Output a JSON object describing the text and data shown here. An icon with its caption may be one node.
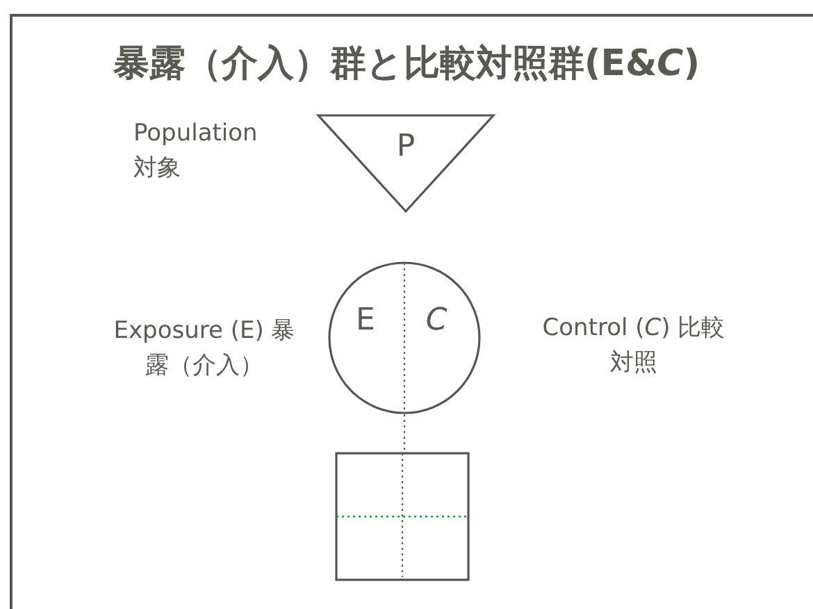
{
  "diagram": {
    "title": "暴露（介入）群と比較対照群(E&*C*)",
    "nodes": [
      {
        "text": [
          "P"
        ],
        "beside": [
          "Population 対象"
        ]
      },
      {
        "text": [
          "E",
          "*C*"
        ],
        "beside": [
          "Exposure (E) 暴露（介入）",
          "Control (*C*) 比較対照"
        ]
      },
      {
        "text": [],
        "shape": "box"
      }
    ],
    "edges": [
      {
        "from": 1,
        "to": 2,
        "arrow": "none",
        "style": "dashed"
      }
    ]
  }
}
